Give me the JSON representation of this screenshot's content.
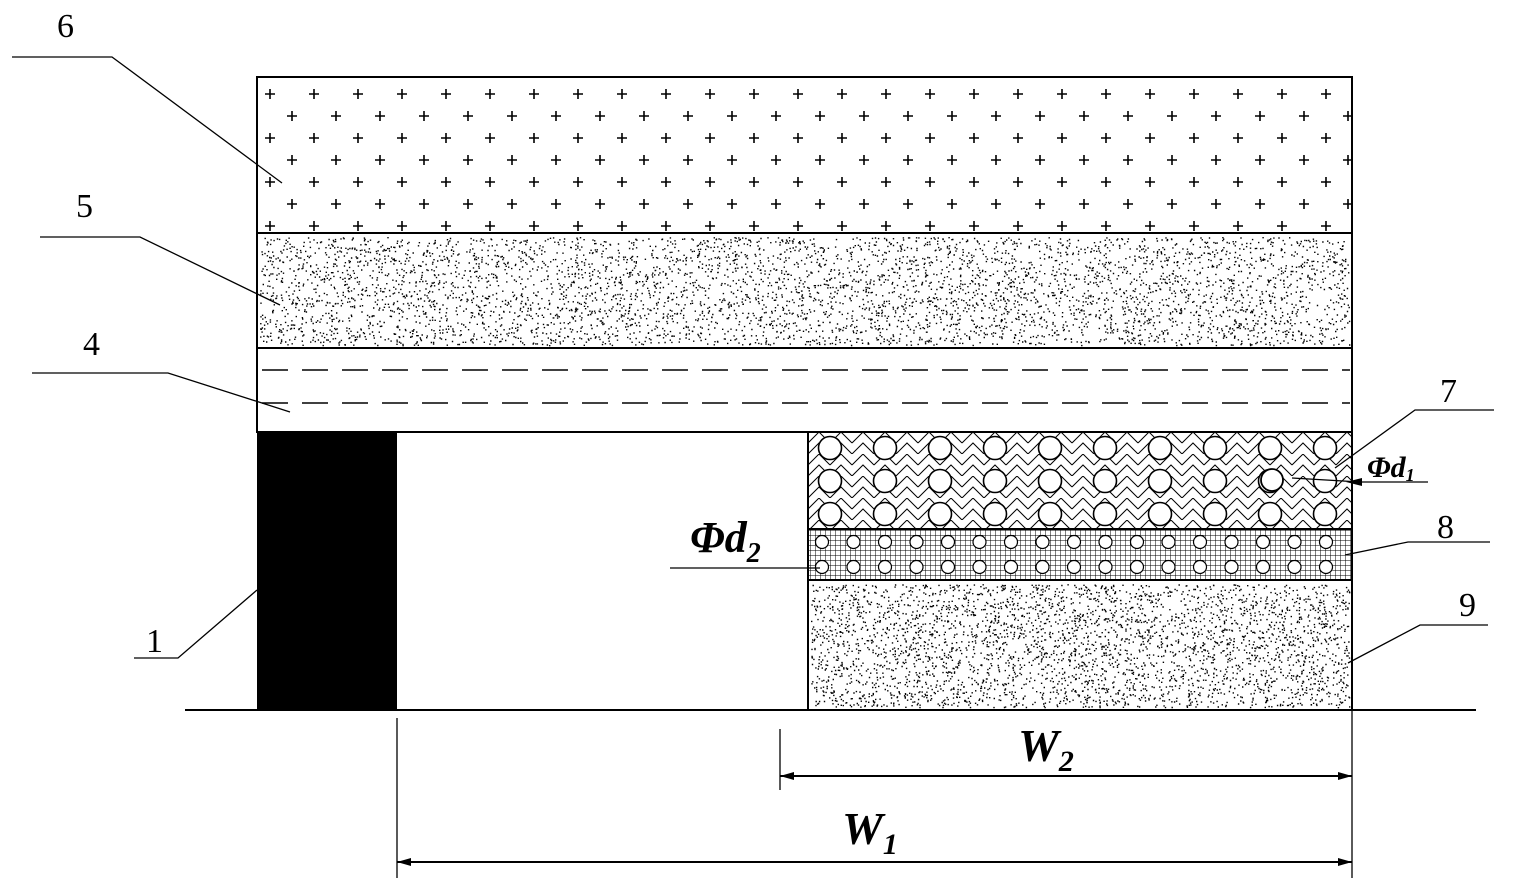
{
  "diagram": {
    "labels": {
      "l1": "1",
      "l4": "4",
      "l5": "5",
      "l6": "6",
      "l7": "7",
      "l8": "8",
      "l9": "9"
    },
    "dimensions": {
      "w1": {
        "main": "W",
        "sub": "1"
      },
      "w2": {
        "main": "W",
        "sub": "2"
      },
      "d1": {
        "main": "Φd",
        "sub": "1"
      },
      "d2": {
        "main": "Φd",
        "sub": "2"
      }
    },
    "colors": {
      "ink": "#000000",
      "paper": "#ffffff"
    }
  }
}
